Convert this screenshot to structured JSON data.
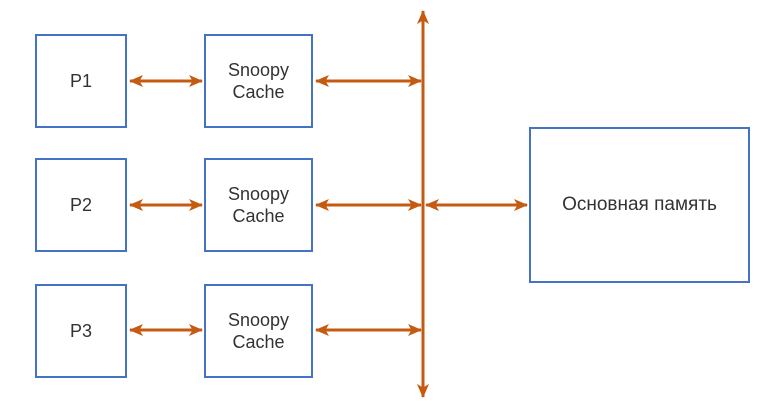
{
  "colors": {
    "box_border": "#4472C4",
    "box_fill": "#FFFFFF",
    "arrow": "#C55A11",
    "text": "#333333",
    "background": "#FFFFFF"
  },
  "diagram": {
    "processors": [
      {
        "label": "P1"
      },
      {
        "label": "P2"
      },
      {
        "label": "P3"
      }
    ],
    "caches": [
      {
        "label": "Snoopy\nCache"
      },
      {
        "label": "Snoopy\nCache"
      },
      {
        "label": "Snoopy\nCache"
      }
    ],
    "memory": {
      "label": "Основная память"
    }
  }
}
